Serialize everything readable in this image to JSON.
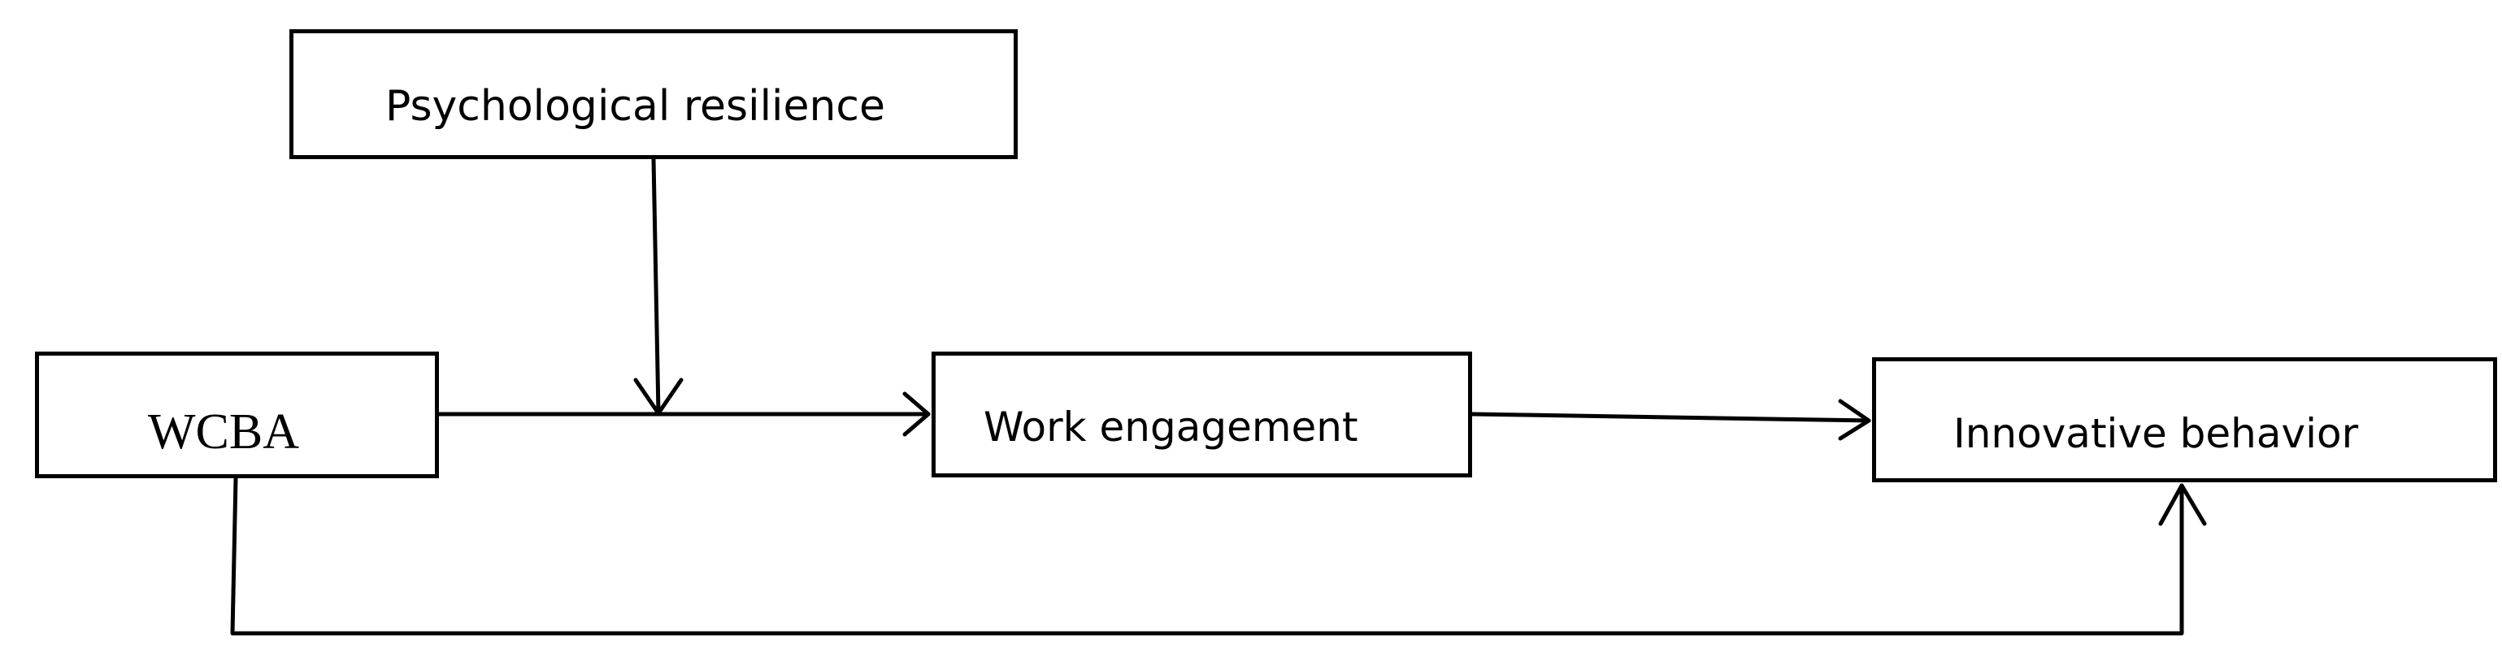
{
  "diagram": {
    "nodes": {
      "resilience": {
        "label": "Psychological resilience"
      },
      "wcba": {
        "label": "WCBA"
      },
      "work_engagement": {
        "label": "Work engagement"
      },
      "innovative_behavior": {
        "label": "Innovative behavior"
      }
    },
    "edges": [
      {
        "from": "wcba",
        "to": "work_engagement"
      },
      {
        "from": "work_engagement",
        "to": "innovative_behavior"
      },
      {
        "from": "wcba",
        "to": "innovative_behavior"
      },
      {
        "from": "resilience",
        "to": "wcba-work_engagement-path"
      }
    ],
    "colors": {
      "stroke": "#000000",
      "background": "#ffffff"
    }
  }
}
